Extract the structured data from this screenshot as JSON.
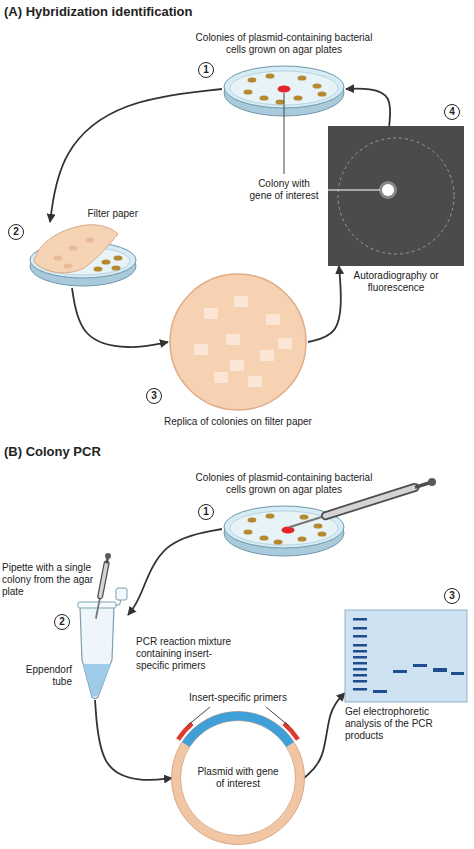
{
  "diagram": {
    "nodes": [
      {
        "text": [
          "Colonies of plasmid-containing bacterial cells grown on agar plates"
        ]
      },
      {
        "text": [
          "Filter paper"
        ]
      },
      {
        "text": [
          "Replica of colonies on filter paper"
        ]
      },
      {
        "text": [
          "Autoradiography or fluorescence"
        ]
      },
      {
        "text": [
          "Colonies of plasmid-containing bacterial cells grown on agar plates"
        ]
      },
      {
        "text": [
          "PCR reaction mixture containing insert-specific primers",
          "Eppendorf tube"
        ]
      },
      {
        "text": [
          "Plasmid with gene of interest"
        ]
      },
      {
        "text": [
          "Gel electrophoretic analysis of the PCR products"
        ]
      }
    ],
    "edges": [
      {
        "from": 0,
        "to": 1,
        "arrow": "to"
      },
      {
        "from": 1,
        "to": 2,
        "arrow": "to"
      },
      {
        "from": 2,
        "to": 3,
        "arrow": "to"
      },
      {
        "from": 3,
        "to": 0,
        "arrow": "to"
      },
      {
        "from": 4,
        "to": 5,
        "arrow": "to"
      },
      {
        "from": 5,
        "to": 6,
        "arrow": "to"
      },
      {
        "from": 6,
        "to": 7,
        "arrow": "to"
      }
    ],
    "labels": [
      "(A) Hybridization identification",
      "1",
      "2",
      "3",
      "4",
      "Colony with gene of interest",
      "(B) Colony PCR",
      "1",
      "Pipette with a single colony from the agar plate",
      "2",
      "Insert-specific primers",
      "3"
    ]
  }
}
